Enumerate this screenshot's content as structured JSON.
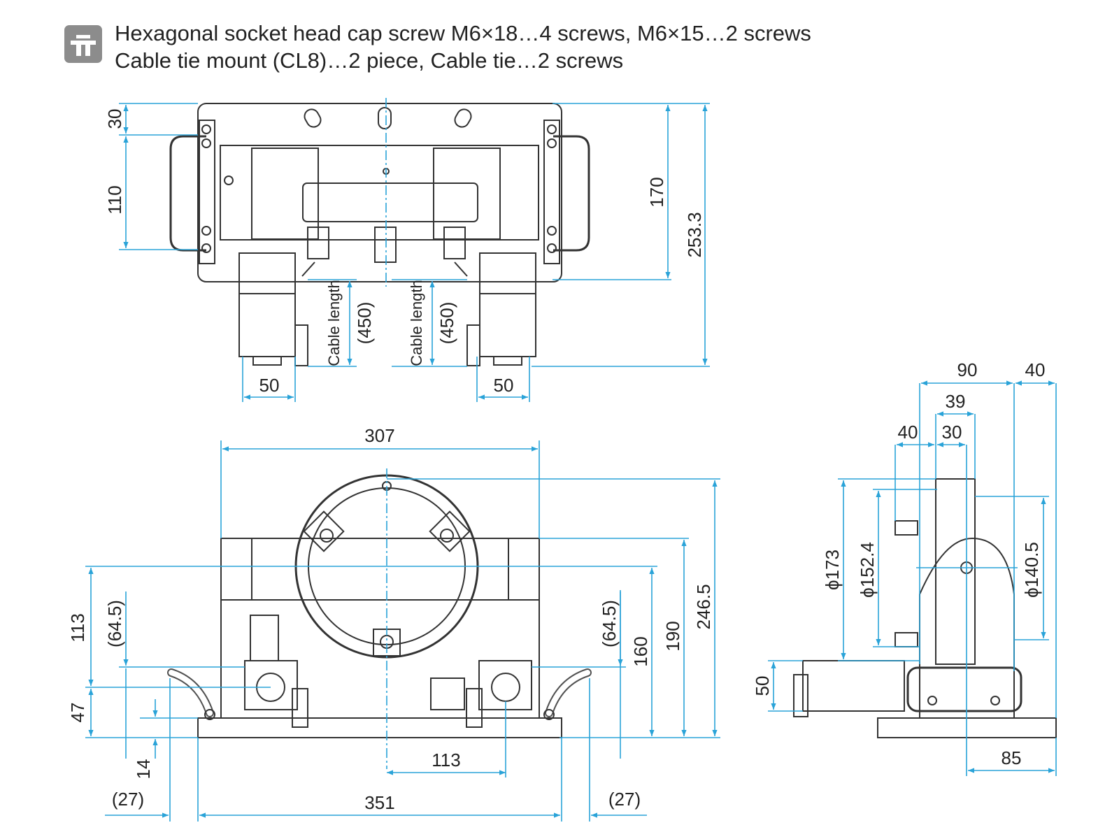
{
  "header": {
    "icon": "hardware-lock-icon",
    "icon_color": "#8c8c8c",
    "line1": "Hexagonal socket head cap screw M6×18…4 screws, M6×15…2 screws",
    "line2": "Cable tie mount (CL8)…2 piece, Cable tie…2 screws"
  },
  "colors": {
    "outline": "#333333",
    "dimension": "#2aa3d8"
  },
  "top_view": {
    "dims": {
      "d30": "30",
      "d110": "110",
      "d170": "170",
      "d253": "253.3",
      "d50_left": "50",
      "d50_right": "50",
      "cable_label_left": "Cable length",
      "cable_value_left": "(450)",
      "cable_label_right": "Cable length",
      "cable_value_right": "(450)"
    }
  },
  "front_view": {
    "dims": {
      "d307": "307",
      "d246": "246.5",
      "d190": "190",
      "d160": "160",
      "d64_right": "(64.5)",
      "d64_left": "(64.5)",
      "d113_left": "113",
      "d47": "47",
      "d14": "14",
      "d113_bottom": "113",
      "d351": "351",
      "d27_left": "(27)",
      "d27_right": "(27)"
    }
  },
  "side_view": {
    "dims": {
      "d90": "90",
      "d40_top": "40",
      "d39": "39",
      "d40_mid": "40",
      "d30": "30",
      "d173": "ϕ173",
      "d152": "ϕ152.4",
      "d140": "ϕ140.5",
      "d50": "50",
      "d85": "85"
    }
  }
}
